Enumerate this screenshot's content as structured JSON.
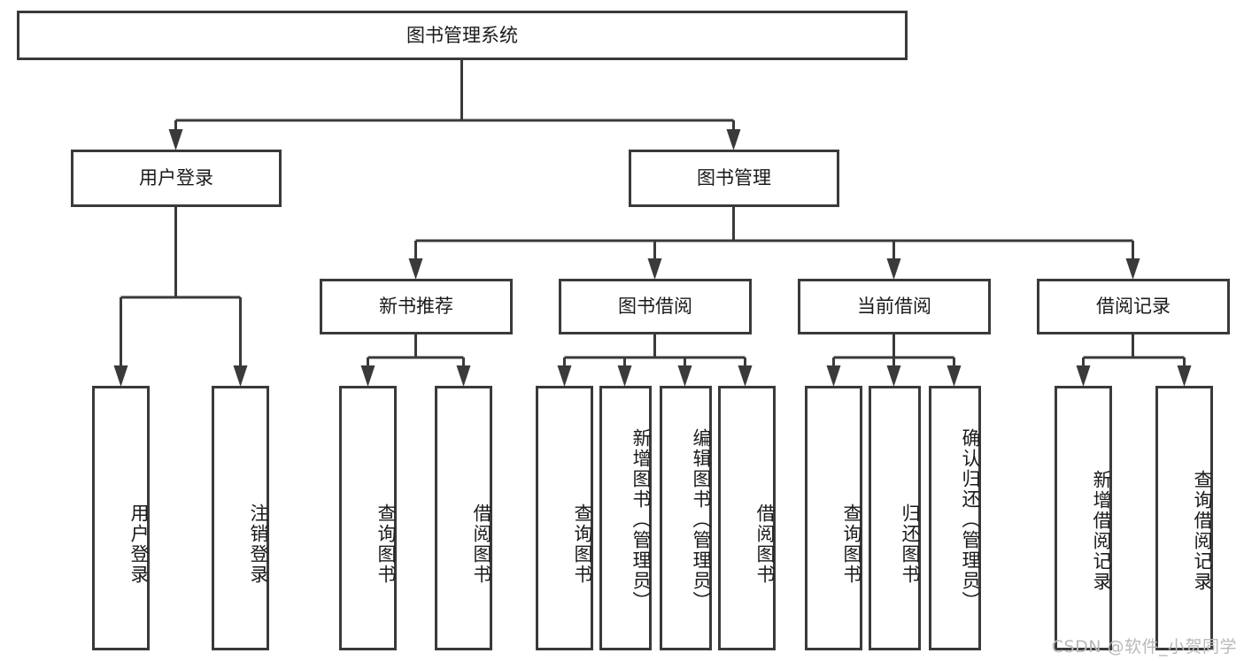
{
  "diagram": {
    "type": "hierarchy-tree",
    "title": "图书管理系统",
    "watermark": "CSDN @软件_小贺同学",
    "colors": {
      "box_stroke": "#3a3a3a",
      "box_fill": "#ffffff",
      "text": "#1a1a1a",
      "background": "#ffffff",
      "watermark": "#b9b9b9"
    },
    "levels": {
      "root": "图书管理系统",
      "level2": [
        "用户登录",
        "图书管理"
      ],
      "level3": [
        "新书推荐",
        "图书借阅",
        "当前借阅",
        "借阅记录"
      ]
    },
    "nodes": {
      "root": {
        "label": "图书管理系统"
      },
      "user_login": {
        "label": "用户登录"
      },
      "book_manage": {
        "label": "图书管理"
      },
      "new_book_rec": {
        "label": "新书推荐"
      },
      "book_borrow": {
        "label": "图书借阅"
      },
      "current_borrow": {
        "label": "当前借阅"
      },
      "borrow_record": {
        "label": "借阅记录"
      }
    },
    "leaves": {
      "user_login": [
        {
          "label": "用户登录"
        },
        {
          "label": "注销登录"
        }
      ],
      "new_book_rec": [
        {
          "label": "查询图书"
        },
        {
          "label": "借阅图书"
        }
      ],
      "book_borrow": [
        {
          "label": "查询图书"
        },
        {
          "label": "新增图书（管理员）"
        },
        {
          "label": "编辑图书（管理员）"
        },
        {
          "label": "借阅图书"
        }
      ],
      "current_borrow": [
        {
          "label": "查询图书"
        },
        {
          "label": "归还图书"
        },
        {
          "label": "确认归还（管理员）"
        }
      ],
      "borrow_record": [
        {
          "label": "新增借阅记录"
        },
        {
          "label": "查询借阅记录"
        }
      ]
    }
  }
}
